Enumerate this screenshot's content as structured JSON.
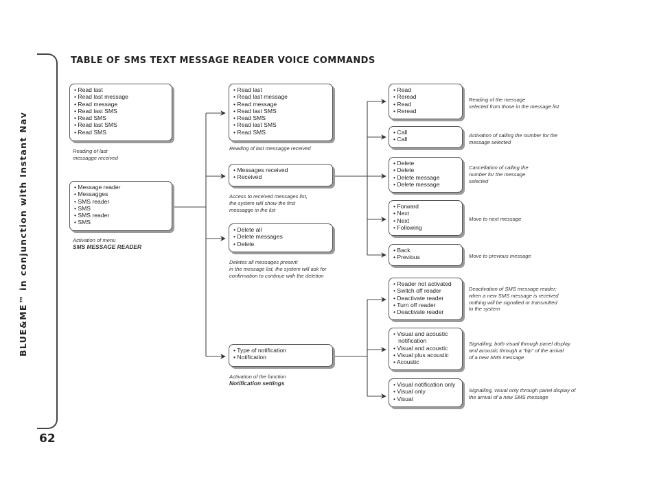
{
  "page": {
    "title": "TABLE OF SMS TEXT MESSAGE READER VOICE COMMANDS",
    "side_title": "BLUE&ME™ in conjunction with Instant Nav",
    "page_number": "62"
  },
  "left_column": [
    {
      "commands": [
        "• Read last",
        "• Read last message",
        "• Read message",
        "• Read last SMS",
        "• Read SMS",
        "• Read last SMS",
        "• Read SMS"
      ],
      "note": [
        "Reading of last",
        "messagge received"
      ],
      "note_bold": ""
    },
    {
      "commands": [
        "• Message reader",
        "• Messagges",
        "• SMS reader",
        "• SMS",
        "• SMS reader",
        "• SMS"
      ],
      "note": [
        "Activation of menu"
      ],
      "note_bold": "SMS MESSAGE READER"
    }
  ],
  "middle_column": [
    {
      "commands": [
        "• Read last",
        "• Read last message",
        "• Read message",
        "• Read last SMS",
        "• Read SMS",
        "• Read last SMS",
        "• Read SMS"
      ],
      "note": [
        "Reading of last messagge received"
      ],
      "note_bold": ""
    },
    {
      "commands": [
        "• Messages received",
        "• Received"
      ],
      "note": [
        "Access to received messages list,",
        "the system will show the first",
        "messagge in the list"
      ],
      "note_bold": ""
    },
    {
      "commands": [
        "• Delete all",
        "• Delete messages",
        "• Delete"
      ],
      "note": [
        "Deletes all messages present",
        "in the message list, the system will ask for",
        "confirmation to continue with the deletion"
      ],
      "note_bold": ""
    },
    {
      "commands": [
        "• Type of notification",
        "• Notification"
      ],
      "note": [
        "Activation of the function"
      ],
      "note_bold": "Notification settings"
    }
  ],
  "right_column": [
    {
      "commands": [
        "• Read",
        "• Reread",
        "• Read",
        "• Reread"
      ],
      "note": [
        "Reading of the message",
        "selected from those in the message list"
      ]
    },
    {
      "commands": [
        "• Call",
        "• Call"
      ],
      "note": [
        "Activation of calling  the number for the",
        "message selected"
      ]
    },
    {
      "commands": [
        "• Delete",
        "• Delete",
        "• Delete message",
        "• Delete message"
      ],
      "note": [
        "Cancellation of calling the",
        "number for the message",
        "selected"
      ]
    },
    {
      "commands": [
        "• Forward",
        "• Next",
        "• Next",
        "• Following"
      ],
      "note": [
        "Move to  next message"
      ]
    },
    {
      "commands": [
        "• Back",
        "• Previous"
      ],
      "note": [
        "Move to  previous message"
      ]
    },
    {
      "commands": [
        "• Reader not activated",
        "• Switch off reader",
        "• Deactivate reader",
        "• Turn off reader",
        "• Deactivate reader"
      ],
      "note": [
        "Deactivation of SMS  message reader;",
        "when a new SMS message is received",
        "nothing will be signalled or transmitted",
        "to the system"
      ]
    },
    {
      "commands": [
        "• Visual and acoustic",
        "   notification",
        "• Visual and acoustic",
        "• Visual plus acoustic",
        "• Acoustic"
      ],
      "note": [
        "Signalling, both visual through panel display",
        "and acoustic through a “bip”  of the arrival",
        "of a new SMS message"
      ]
    },
    {
      "commands": [
        "• Visual notification only",
        "• Visual only",
        "• Visual"
      ],
      "note": [
        "Signalling, visual only through panel display of",
        "the arrival of a new  SMS message"
      ]
    }
  ]
}
